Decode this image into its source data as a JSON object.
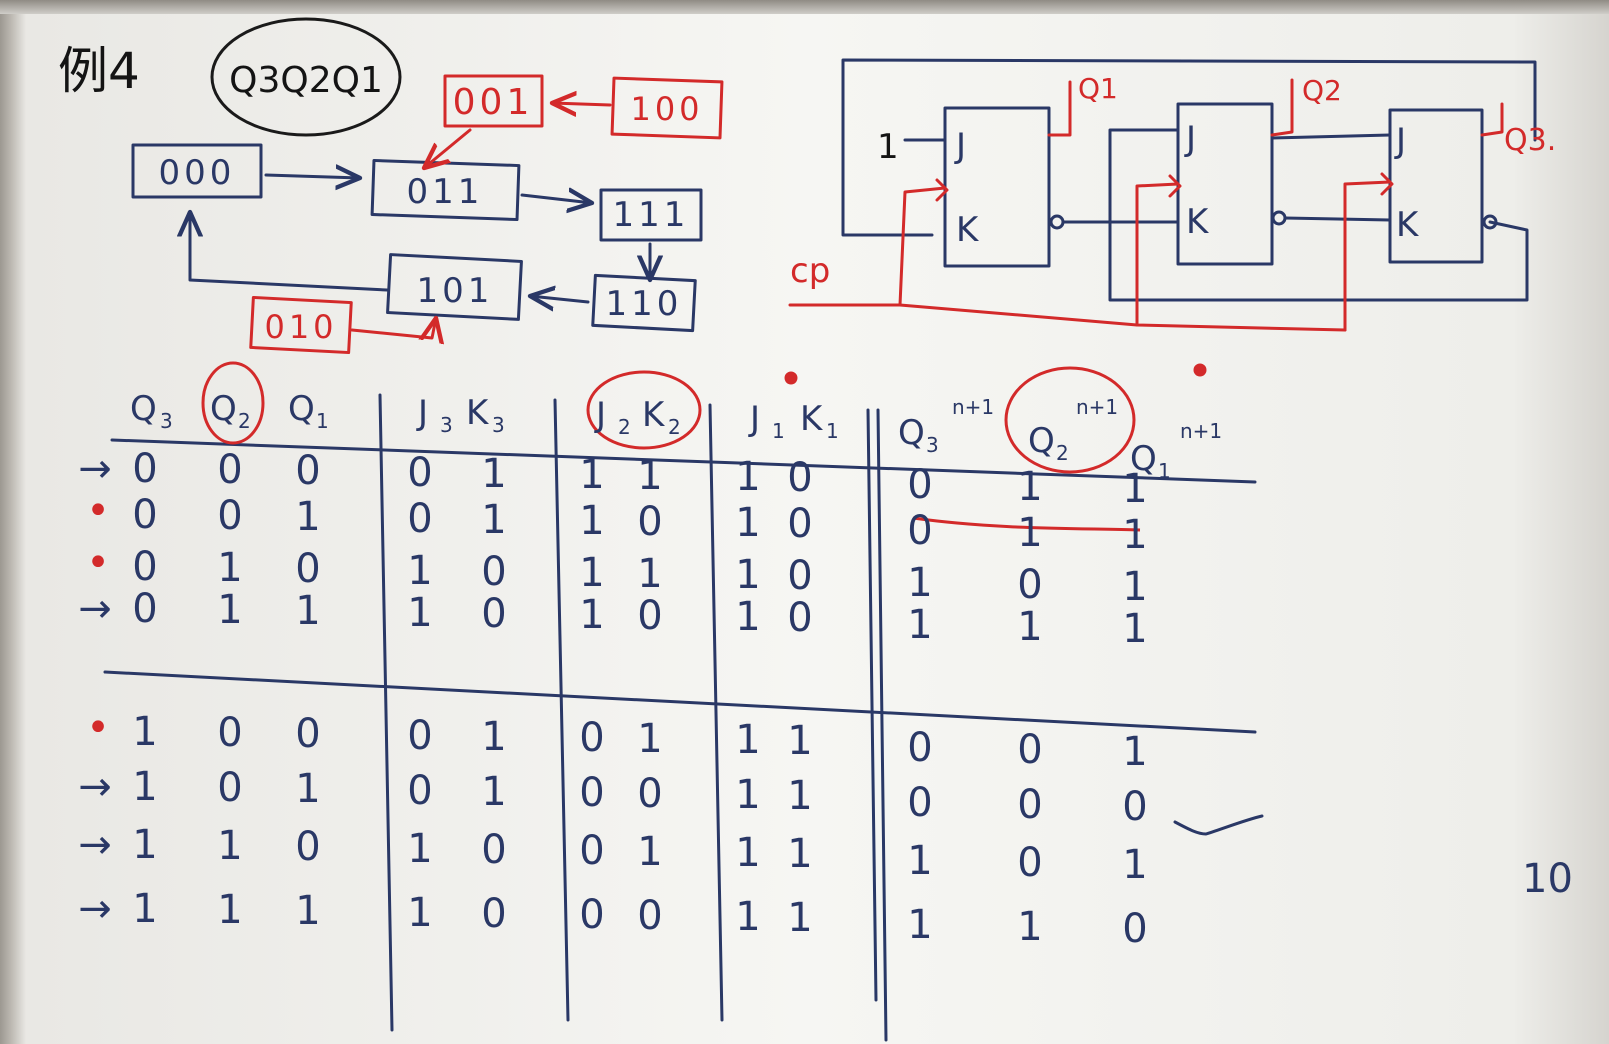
{
  "title": {
    "prefix": "例4",
    "state_order": "Q3Q2Q1"
  },
  "state_diagram": {
    "main_cycle": [
      "000",
      "011",
      "111",
      "110",
      "101"
    ],
    "extra_states": [
      {
        "state": "001",
        "to": "011"
      },
      {
        "state": "100",
        "to": "001"
      },
      {
        "state": "010",
        "to": "101"
      }
    ]
  },
  "circuit": {
    "clock_label": "cp",
    "input_one": "1",
    "flip_flops": [
      {
        "j": "J",
        "k": "K",
        "output": "Q1"
      },
      {
        "j": "J",
        "k": "K",
        "output": "Q2"
      },
      {
        "j": "J",
        "k": "K",
        "output": "Q3."
      }
    ]
  },
  "table": {
    "headers": {
      "present": [
        "Q",
        "Q",
        "Q"
      ],
      "present_sub": [
        "3",
        "2",
        "1"
      ],
      "j3k3": [
        "J",
        "3",
        "K",
        "3"
      ],
      "j2k2": [
        "J",
        "2",
        "K",
        "2"
      ],
      "j1k1": [
        "J",
        "1",
        "K",
        "1"
      ],
      "next": [
        "Q",
        "Q",
        "Q"
      ],
      "next_sub": [
        "3",
        "2",
        "1"
      ],
      "next_sup": [
        "n+1",
        "n+1",
        "n+1"
      ]
    },
    "rows": [
      {
        "arrow": "→",
        "dot": "",
        "q": [
          "0",
          "0",
          "0"
        ],
        "j3k3": [
          "0",
          "1"
        ],
        "j2k2": [
          "1",
          "1"
        ],
        "j1k1": [
          "1",
          "0"
        ],
        "next": [
          "0",
          "1",
          "1"
        ]
      },
      {
        "arrow": "",
        "dot": "•",
        "q": [
          "0",
          "0",
          "1"
        ],
        "j3k3": [
          "0",
          "1"
        ],
        "j2k2": [
          "1",
          "0"
        ],
        "j1k1": [
          "1",
          "0"
        ],
        "next": [
          "0",
          "1",
          "1"
        ]
      },
      {
        "arrow": "",
        "dot": "•",
        "q": [
          "0",
          "1",
          "0"
        ],
        "j3k3": [
          "1",
          "0"
        ],
        "j2k2": [
          "1",
          "1"
        ],
        "j1k1": [
          "1",
          "0"
        ],
        "next": [
          "1",
          "0",
          "1"
        ]
      },
      {
        "arrow": "→",
        "dot": "",
        "q": [
          "0",
          "1",
          "1"
        ],
        "j3k3": [
          "1",
          "0"
        ],
        "j2k2": [
          "1",
          "0"
        ],
        "j1k1": [
          "1",
          "0"
        ],
        "next": [
          "1",
          "1",
          "1"
        ]
      },
      {
        "arrow": "",
        "dot": "•",
        "q": [
          "1",
          "0",
          "0"
        ],
        "j3k3": [
          "0",
          "1"
        ],
        "j2k2": [
          "0",
          "1"
        ],
        "j1k1": [
          "1",
          "1"
        ],
        "next": [
          "0",
          "0",
          "1"
        ]
      },
      {
        "arrow": "→",
        "dot": "",
        "q": [
          "1",
          "0",
          "1"
        ],
        "j3k3": [
          "0",
          "1"
        ],
        "j2k2": [
          "0",
          "0"
        ],
        "j1k1": [
          "1",
          "1"
        ],
        "next": [
          "0",
          "0",
          "0"
        ]
      },
      {
        "arrow": "→",
        "dot": "",
        "q": [
          "1",
          "1",
          "0"
        ],
        "j3k3": [
          "1",
          "0"
        ],
        "j2k2": [
          "0",
          "1"
        ],
        "j1k1": [
          "1",
          "1"
        ],
        "next": [
          "1",
          "0",
          "1"
        ]
      },
      {
        "arrow": "→",
        "dot": "",
        "q": [
          "1",
          "1",
          "1"
        ],
        "j3k3": [
          "1",
          "0"
        ],
        "j2k2": [
          "0",
          "0"
        ],
        "j1k1": [
          "1",
          "1"
        ],
        "next": [
          "1",
          "1",
          "0"
        ]
      }
    ]
  },
  "margin_note": "10",
  "colors": {
    "blue_ink": "#2a3866",
    "red_ink": "#d32a2a",
    "black_ink": "#141414",
    "board": "#f4f4f1"
  }
}
